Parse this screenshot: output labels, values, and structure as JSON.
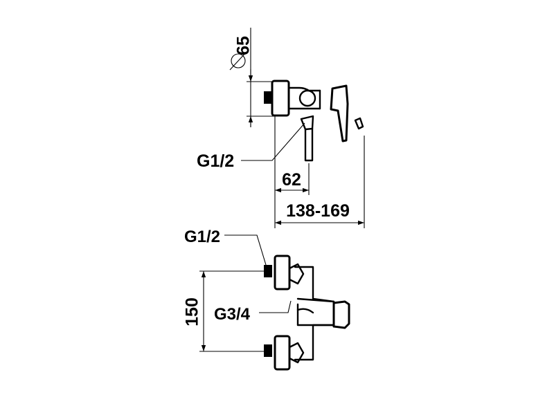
{
  "drawing": {
    "side_view": {
      "diameter_label": "65",
      "inlet_thread_label": "G1/2",
      "depth_label": "62",
      "projection_label": "138-169"
    },
    "front_view": {
      "inlet_thread_label": "G1/2",
      "outlet_thread_label": "G3/4",
      "centres_label": "150"
    }
  }
}
